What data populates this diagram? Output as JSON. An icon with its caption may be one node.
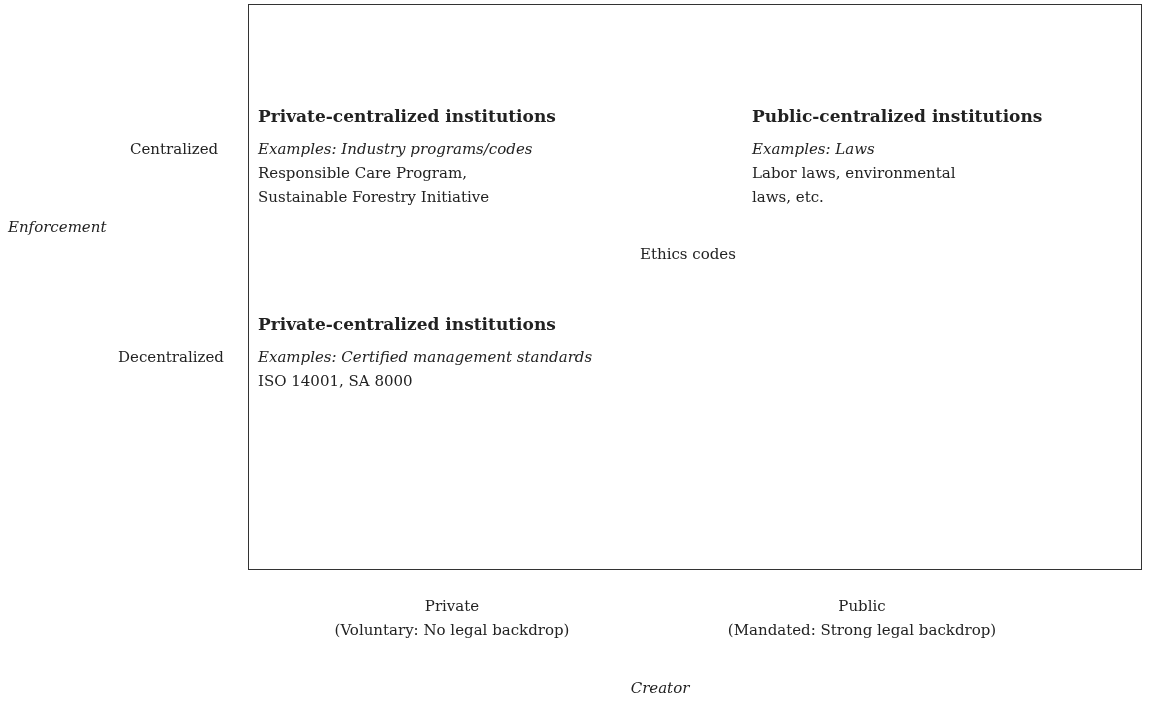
{
  "diagram": {
    "nodes": [
      {
        "text": [],
        "shape": "box"
      }
    ],
    "labels": [
      "Private-centralized institutions",
      "Public-centralized institutions",
      "Centralized",
      "Examples: Industry programs/codes",
      "Examples: Laws",
      "Responsible Care Program, Sustainable Forestry Initiative",
      "Labor laws, environmental laws, etc.",
      "Enforcement",
      "Ethics codes",
      "Private-centralized institutions",
      "Decentralized",
      "Examples: Certified management standards",
      "ISO 14001, SA 8000",
      "Private",
      "Public",
      "(Voluntary: No legal backdrop)",
      "(Mandated: Strong legal backdrop)",
      "Creator"
    ]
  }
}
